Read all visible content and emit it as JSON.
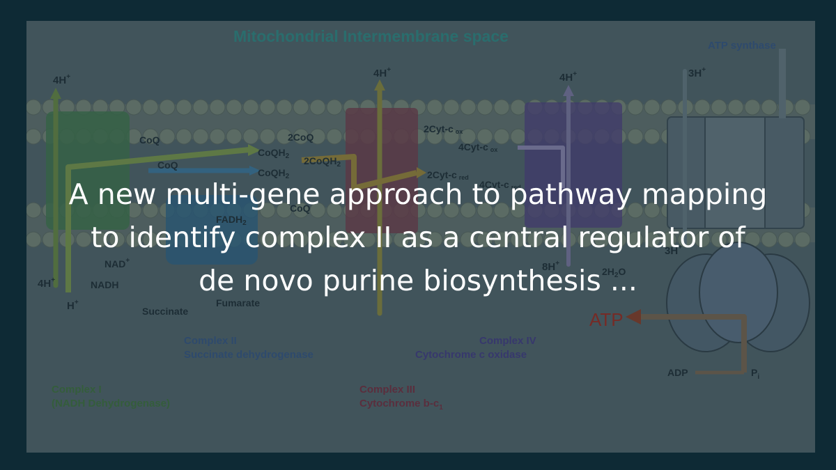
{
  "slide": {
    "headline_lines": [
      "A new multi-gene approach to pathway mapping",
      "to identify complex II as a central regulator of",
      "de novo purine biosynthesis ..."
    ]
  },
  "diagram": {
    "title": "Mitochondrial Intermembrane space",
    "atp_synthase": "ATP synthase",
    "proton_labels": {
      "c1_top": "4H",
      "c3_top": "4H",
      "c4_top": "4H",
      "atp_top": "3H",
      "c1_bottom": "4H",
      "c1_h": "H",
      "c4_bottom": "8H",
      "atp_bottom": "3H"
    },
    "superscript_plus": "+",
    "metabolites": {
      "coq_1": "CoQ",
      "coqh2_1": "CoQH",
      "coq_2": "CoQ",
      "coqh2_2": "CoQH",
      "twocoq": "2CoQ",
      "twocoqh2": "2CoQH",
      "coq_3": "CoQ",
      "fadh2": "FADH",
      "nad": "NAD",
      "nadh": "NADH",
      "succinate": "Succinate",
      "fumarate": "Fumarate",
      "cytc_ox_2": "2Cyt-c",
      "cytc_ox_2_sub": "ox",
      "cytc_red_2": "2Cyt-c",
      "cytc_red_2_sub": "red",
      "cytc_ox_4": "4Cyt-c",
      "cytc_ox_4_sub": "ox",
      "cytc_red_4": "4Cyt-c",
      "cytc_red_4_sub": "red",
      "h2o": "2H",
      "h2o_suffix": "O",
      "sub_2": "2",
      "atp": "ATP",
      "adp": "ADP",
      "pi": "P",
      "pi_sub": "i"
    },
    "complexes": {
      "c1_name": "Complex I",
      "c1_desc": "(NADH Dehydrogenase)",
      "c2_name": "Complex II",
      "c2_desc": "Succinate dehydrogenase",
      "c3_name": "Complex III",
      "c3_desc": "Cytochrome b-c",
      "c3_sub": "1",
      "c4_name": "Complex IV",
      "c4_desc": "Cytochrome c oxidase"
    },
    "colors": {
      "frame": "#0e2a35",
      "panel": "#4b5e64",
      "text_teal": "#2f7d7a",
      "complex1": "#3d6f4b",
      "complex2": "#2c5f7f",
      "complex3": "#6a3c4a",
      "complex4": "#4a3f78",
      "atp_text": "#8a2c24"
    }
  }
}
